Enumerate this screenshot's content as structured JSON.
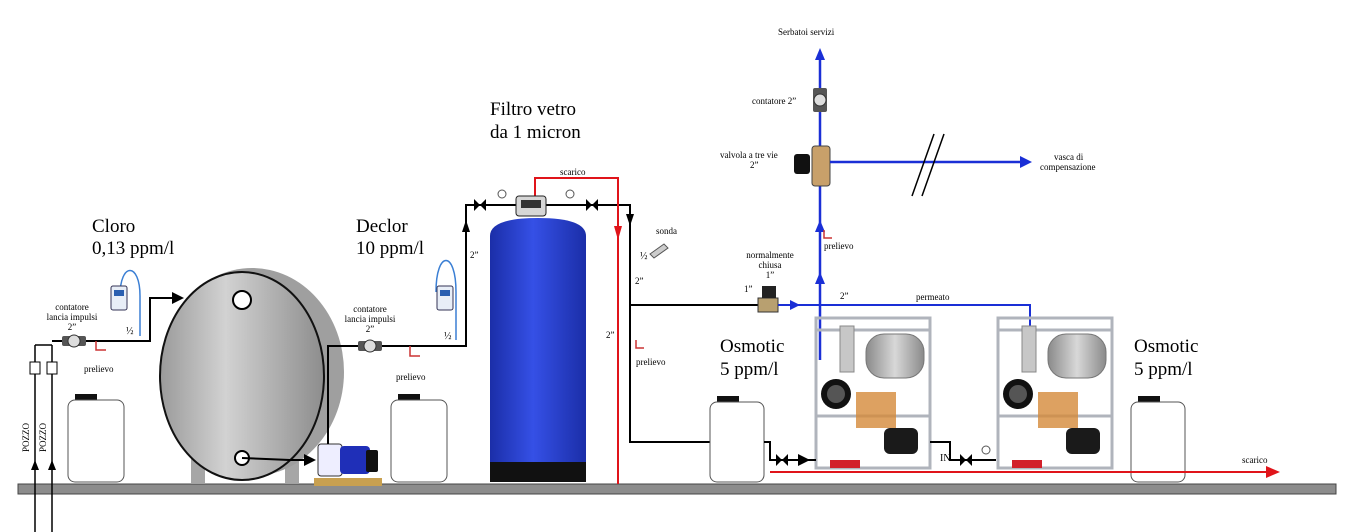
{
  "labels": {
    "cloro": "Cloro",
    "cloro_ppm": "0,13 ppm/l",
    "declor": "Declor",
    "declor_ppm": "10 ppm/l",
    "filtro_line1": "Filtro vetro",
    "filtro_line2": "da 1 micron",
    "osmotic1": "Osmotic",
    "osmotic1_ppm": "5 ppm/l",
    "osmotic2": "Osmotic",
    "osmotic2_ppm": "5 ppm/l",
    "serbatoi": "Serbatoi servizi",
    "contatore_top": "contatore 2”",
    "valvola_line1": "valvola a tre vie",
    "valvola_line2": "2”",
    "vasca_line1": "vasca di",
    "vasca_line2": "compensazione",
    "prelievo_top": "prelievo",
    "normalmente_line1": "normalmente",
    "normalmente_line2": "chiusa",
    "normalmente_line3": "1”",
    "size_1in": "1”",
    "permeato": "permeato",
    "size_2in_permeato": "2”",
    "scarico_top": "scarico",
    "sonda": "sonda",
    "half_sonda": "½",
    "size_2in_sonda": "2”",
    "size_2in_red": "2”",
    "prelievo_filter": "prelievo",
    "size_2in_declor_riser": "2”",
    "contatore2_line1": "contatore",
    "contatore2_line2": "lancia impulsi",
    "contatore2_line3": "2”",
    "half_declor": "½",
    "prelievo_declor": "prelievo",
    "contatore1_line1": "contatore",
    "contatore1_line2": "lancia impulsi",
    "contatore1_line3": "2”",
    "half_cloro": "½",
    "prelievo_cloro": "prelievo",
    "pozzo1": "POZZO",
    "pozzo2": "POZZO",
    "in_label": "IN",
    "scarico_bottom": "scarico"
  },
  "colors": {
    "pipe_black": "#000000",
    "pipe_blue": "#1a2fd6",
    "pipe_red": "#e0141a",
    "filter_blue": "#2238c8",
    "floor_grey": "#8c8c8c",
    "tank_grey": "#b5b5b5"
  },
  "icons": [
    "flow-meter-icon",
    "dosing-pump-icon",
    "valve-icon",
    "sampling-tap-icon",
    "probe-icon",
    "solenoid-valve-icon",
    "pressure-gauge-icon",
    "centrifugal-pump-icon"
  ]
}
